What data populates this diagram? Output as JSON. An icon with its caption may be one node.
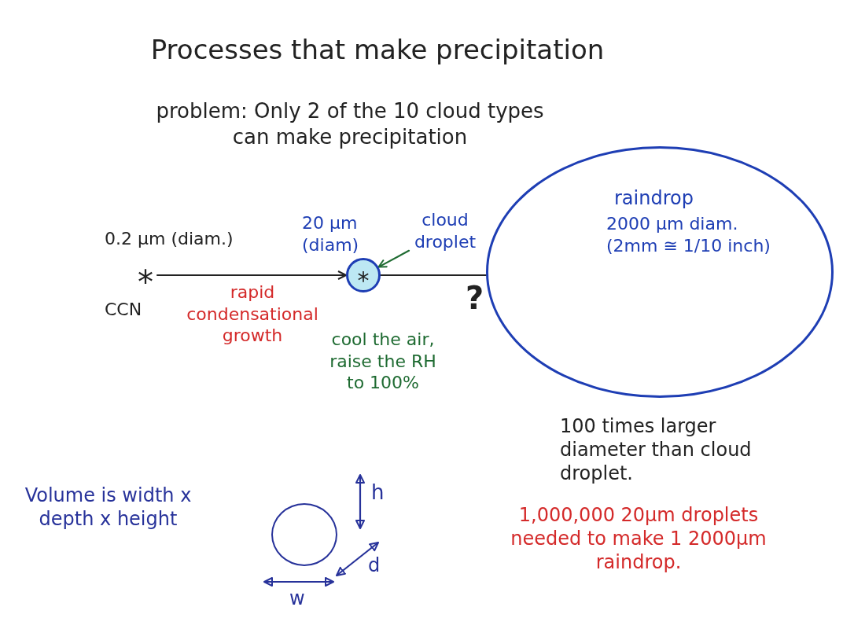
{
  "diagram": {
    "title": "Processes that make precipitation",
    "nodes": [
      {
        "text": [
          "*"
        ],
        "beside": [
          "0.2 μm (diam.)",
          "CCN"
        ]
      },
      {
        "text": [
          "*"
        ],
        "beside": [
          "20 μm (diam)"
        ]
      },
      {
        "text": [
          "cloud droplet"
        ]
      },
      {
        "text": [
          "raindrop",
          "2000 μm diam. (2mm ≅ 1/10 inch)"
        ]
      },
      {
        "text": [],
        "shape": "circle"
      }
    ],
    "edges": [
      {
        "from": 0,
        "to": 1,
        "arrow": "to",
        "label": "rapid condensational growth"
      },
      {
        "from": 1,
        "to": 3,
        "arrow": "none",
        "label": "?"
      },
      {
        "from": 2,
        "to": 1,
        "arrow": "to",
        "color": "#1f6b32"
      }
    ],
    "labels": [
      "problem: Only 2 of the 10 cloud types can make precipitation",
      "cool the air, raise the RH to 100%",
      "100 times larger diameter than cloud droplet.",
      "Volume is width x depth x height",
      "h",
      "d",
      "w",
      "1,000,000 20μm droplets needed to make 1 2000μm raindrop."
    ]
  }
}
